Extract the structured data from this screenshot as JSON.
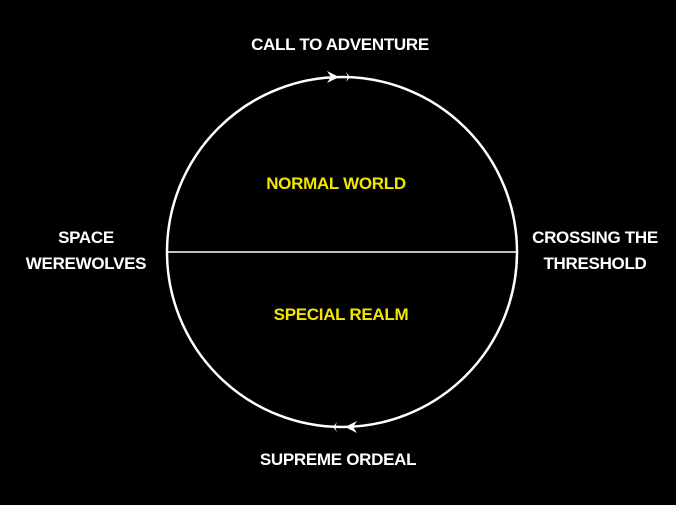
{
  "colors": {
    "background": "#000000",
    "stroke": "#ffffff",
    "outer_label": "#ffffff",
    "inner_label": "#f2e600"
  },
  "labels": {
    "top": "CALL TO ADVENTURE",
    "bottom": "SUPREME ORDEAL",
    "left_line1": "SPACE",
    "left_line2": "WEREWOLVES",
    "right_line1": "CROSSING THE",
    "right_line2": "THRESHOLD",
    "upper_region": "NORMAL WORLD",
    "lower_region": "SPECIAL REALM"
  }
}
